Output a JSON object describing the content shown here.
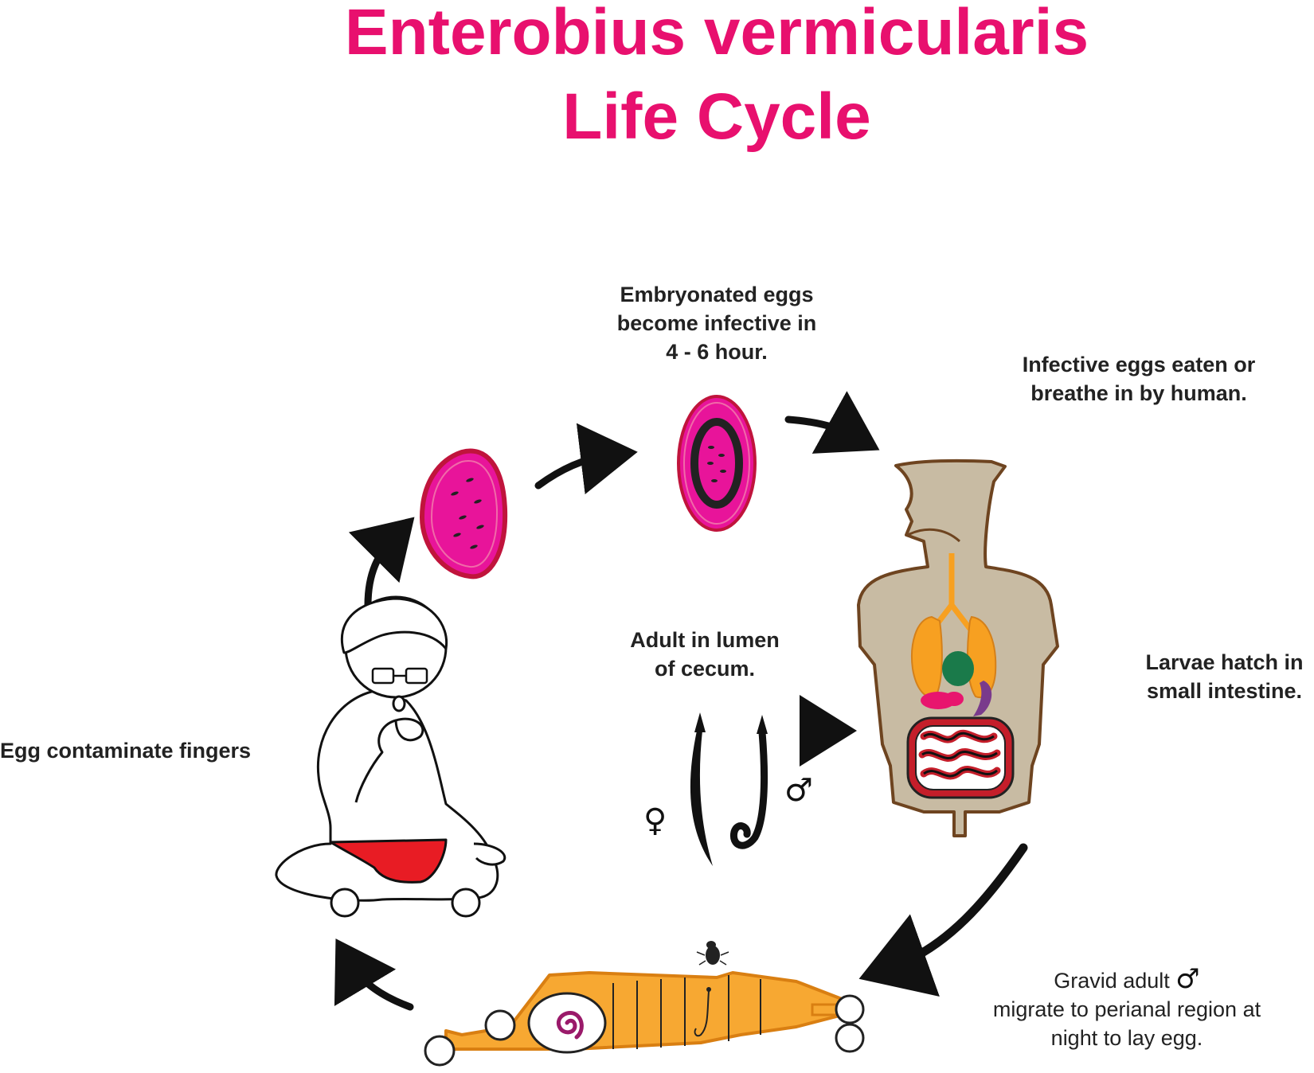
{
  "title": {
    "line1": "Enterobius vermicularis",
    "line2": "Life Cycle"
  },
  "stages": {
    "embryonated": {
      "line1": "Embryonated eggs",
      "line2": "become infective in",
      "line3": "4 - 6 hour."
    },
    "ingested": {
      "line1": "Infective eggs eaten or",
      "line2": "breathe in by human."
    },
    "larvae": {
      "line1": "Larvae hatch in",
      "line2": "small intestine."
    },
    "adult": {
      "line1": "Adult in lumen",
      "line2": "of cecum."
    },
    "gravid": {
      "line1": "Gravid adult",
      "line2": "migrate to perianal region at",
      "line3": "night to lay egg."
    },
    "contaminate": {
      "line1": "Egg contaminate fingers"
    }
  },
  "symbols": {
    "female": "♀",
    "male": "♂"
  },
  "colors": {
    "title": "#e8106e",
    "egg_fill": "#e8149a",
    "egg_border": "#c0143c",
    "body_fill": "#c8bba3",
    "body_outline": "#6e4420",
    "lungs": "#f7a021",
    "stomach": "#1a7a4a",
    "intestine": "#c41e2a",
    "shorts": "#e81c24",
    "child_body": "#f7a832"
  }
}
